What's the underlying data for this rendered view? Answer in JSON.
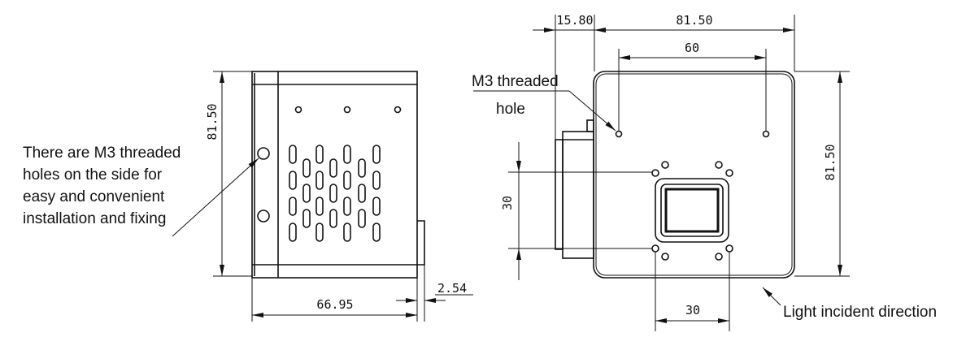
{
  "side_view": {
    "height_dim": "81.50",
    "depth_dim": "66.95",
    "tab_dim": "2.54",
    "note_lines": [
      "There are M3 threaded",
      "holes on the side for",
      "easy and convenient",
      "installation and fixing"
    ]
  },
  "front_view": {
    "offset_dim": "15.80",
    "width_dim": "81.50",
    "hole_spacing_dim": "60",
    "height_dim": "81.50",
    "mount_vertical_dim": "30",
    "mount_horizontal_dim": "30",
    "hole_label_lines": [
      "M3 threaded",
      "hole"
    ],
    "light_label": "Light incident direction"
  }
}
